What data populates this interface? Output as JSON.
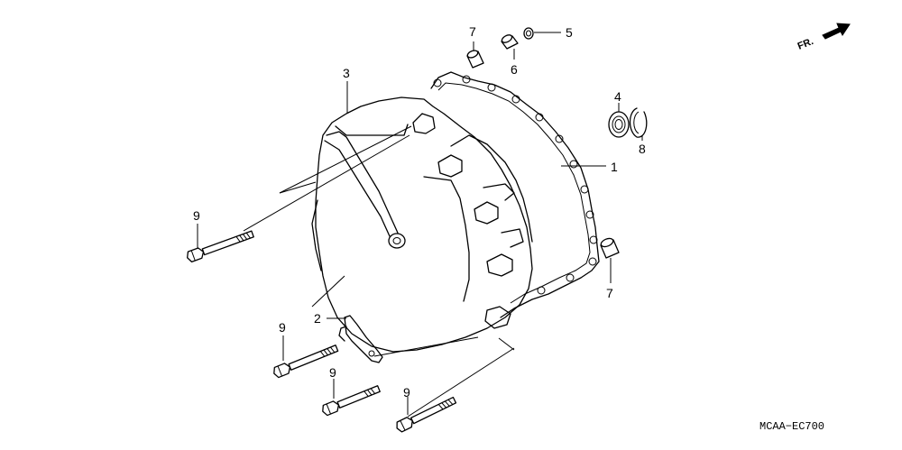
{
  "diagram_code": "MCAA−EC700",
  "direction_label": "FR.",
  "callouts": {
    "p1": "1",
    "p2": "2",
    "p3": "3",
    "p4": "4",
    "p5": "5",
    "p6": "6",
    "p7a": "7",
    "p7b": "7",
    "p8": "8",
    "p9a": "9",
    "p9b": "9",
    "p9c": "9",
    "p9d": "9"
  }
}
